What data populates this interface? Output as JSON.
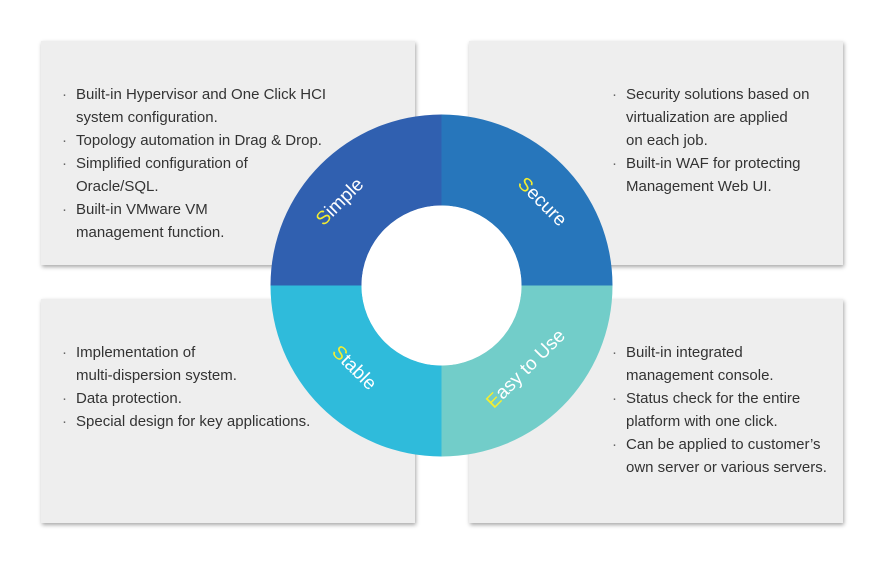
{
  "segments": [
    {
      "first": "S",
      "rest": "imple",
      "color": "#3060b0"
    },
    {
      "first": "S",
      "rest": "ecure",
      "color": "#2776bb"
    },
    {
      "first": "S",
      "rest": "table",
      "color": "#2fbbdb"
    },
    {
      "first": "E",
      "rest": "asy to Use",
      "color": "#72cdc9"
    }
  ],
  "highlight_color": "#f5ee2f",
  "simple_items": [
    "Built-in Hypervisor and One Click HCI\nsystem configuration.",
    "Topology automation in Drag & Drop.",
    "Simplified configuration of\nOracle/SQL.",
    "Built-in VMware VM\nmanagement function."
  ],
  "secure_items": [
    "Security solutions based on\nvirtualization are applied\non each job.",
    "Built-in WAF for protecting\nManagement Web UI."
  ],
  "stable_items": [
    "Implementation of\nmulti-dispersion system.",
    "Data protection.",
    "Special design for key applications."
  ],
  "easy_items": [
    "Built-in integrated\nmanagement console.",
    "Status check for the entire\nplatform with one click.",
    "Can be applied to customer’s\nown server or various servers."
  ]
}
